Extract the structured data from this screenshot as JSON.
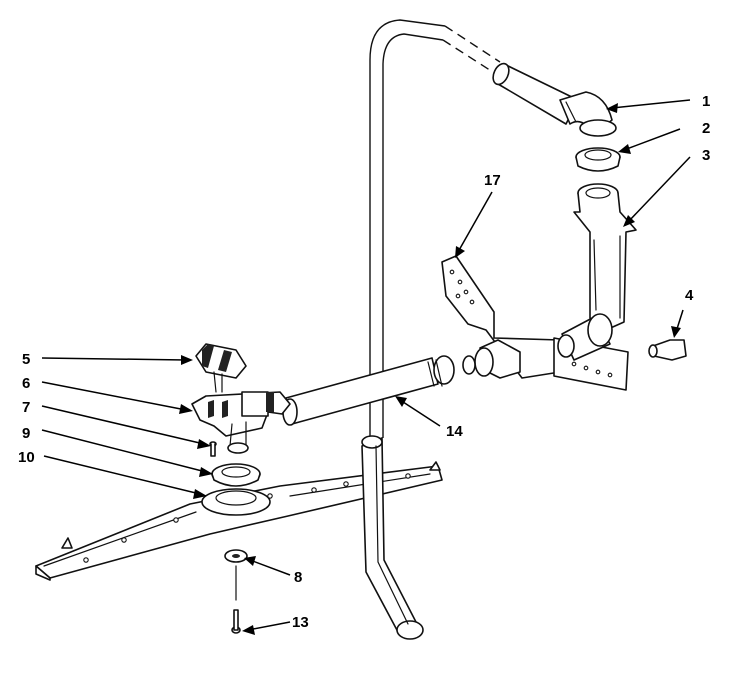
{
  "callouts": {
    "c1": "1",
    "c2": "2",
    "c3": "3",
    "c4": "4",
    "c5": "5",
    "c6": "6",
    "c7": "7",
    "c8": "8",
    "c9": "9",
    "c10": "10",
    "c13": "13",
    "c14": "14",
    "c17": "17"
  }
}
